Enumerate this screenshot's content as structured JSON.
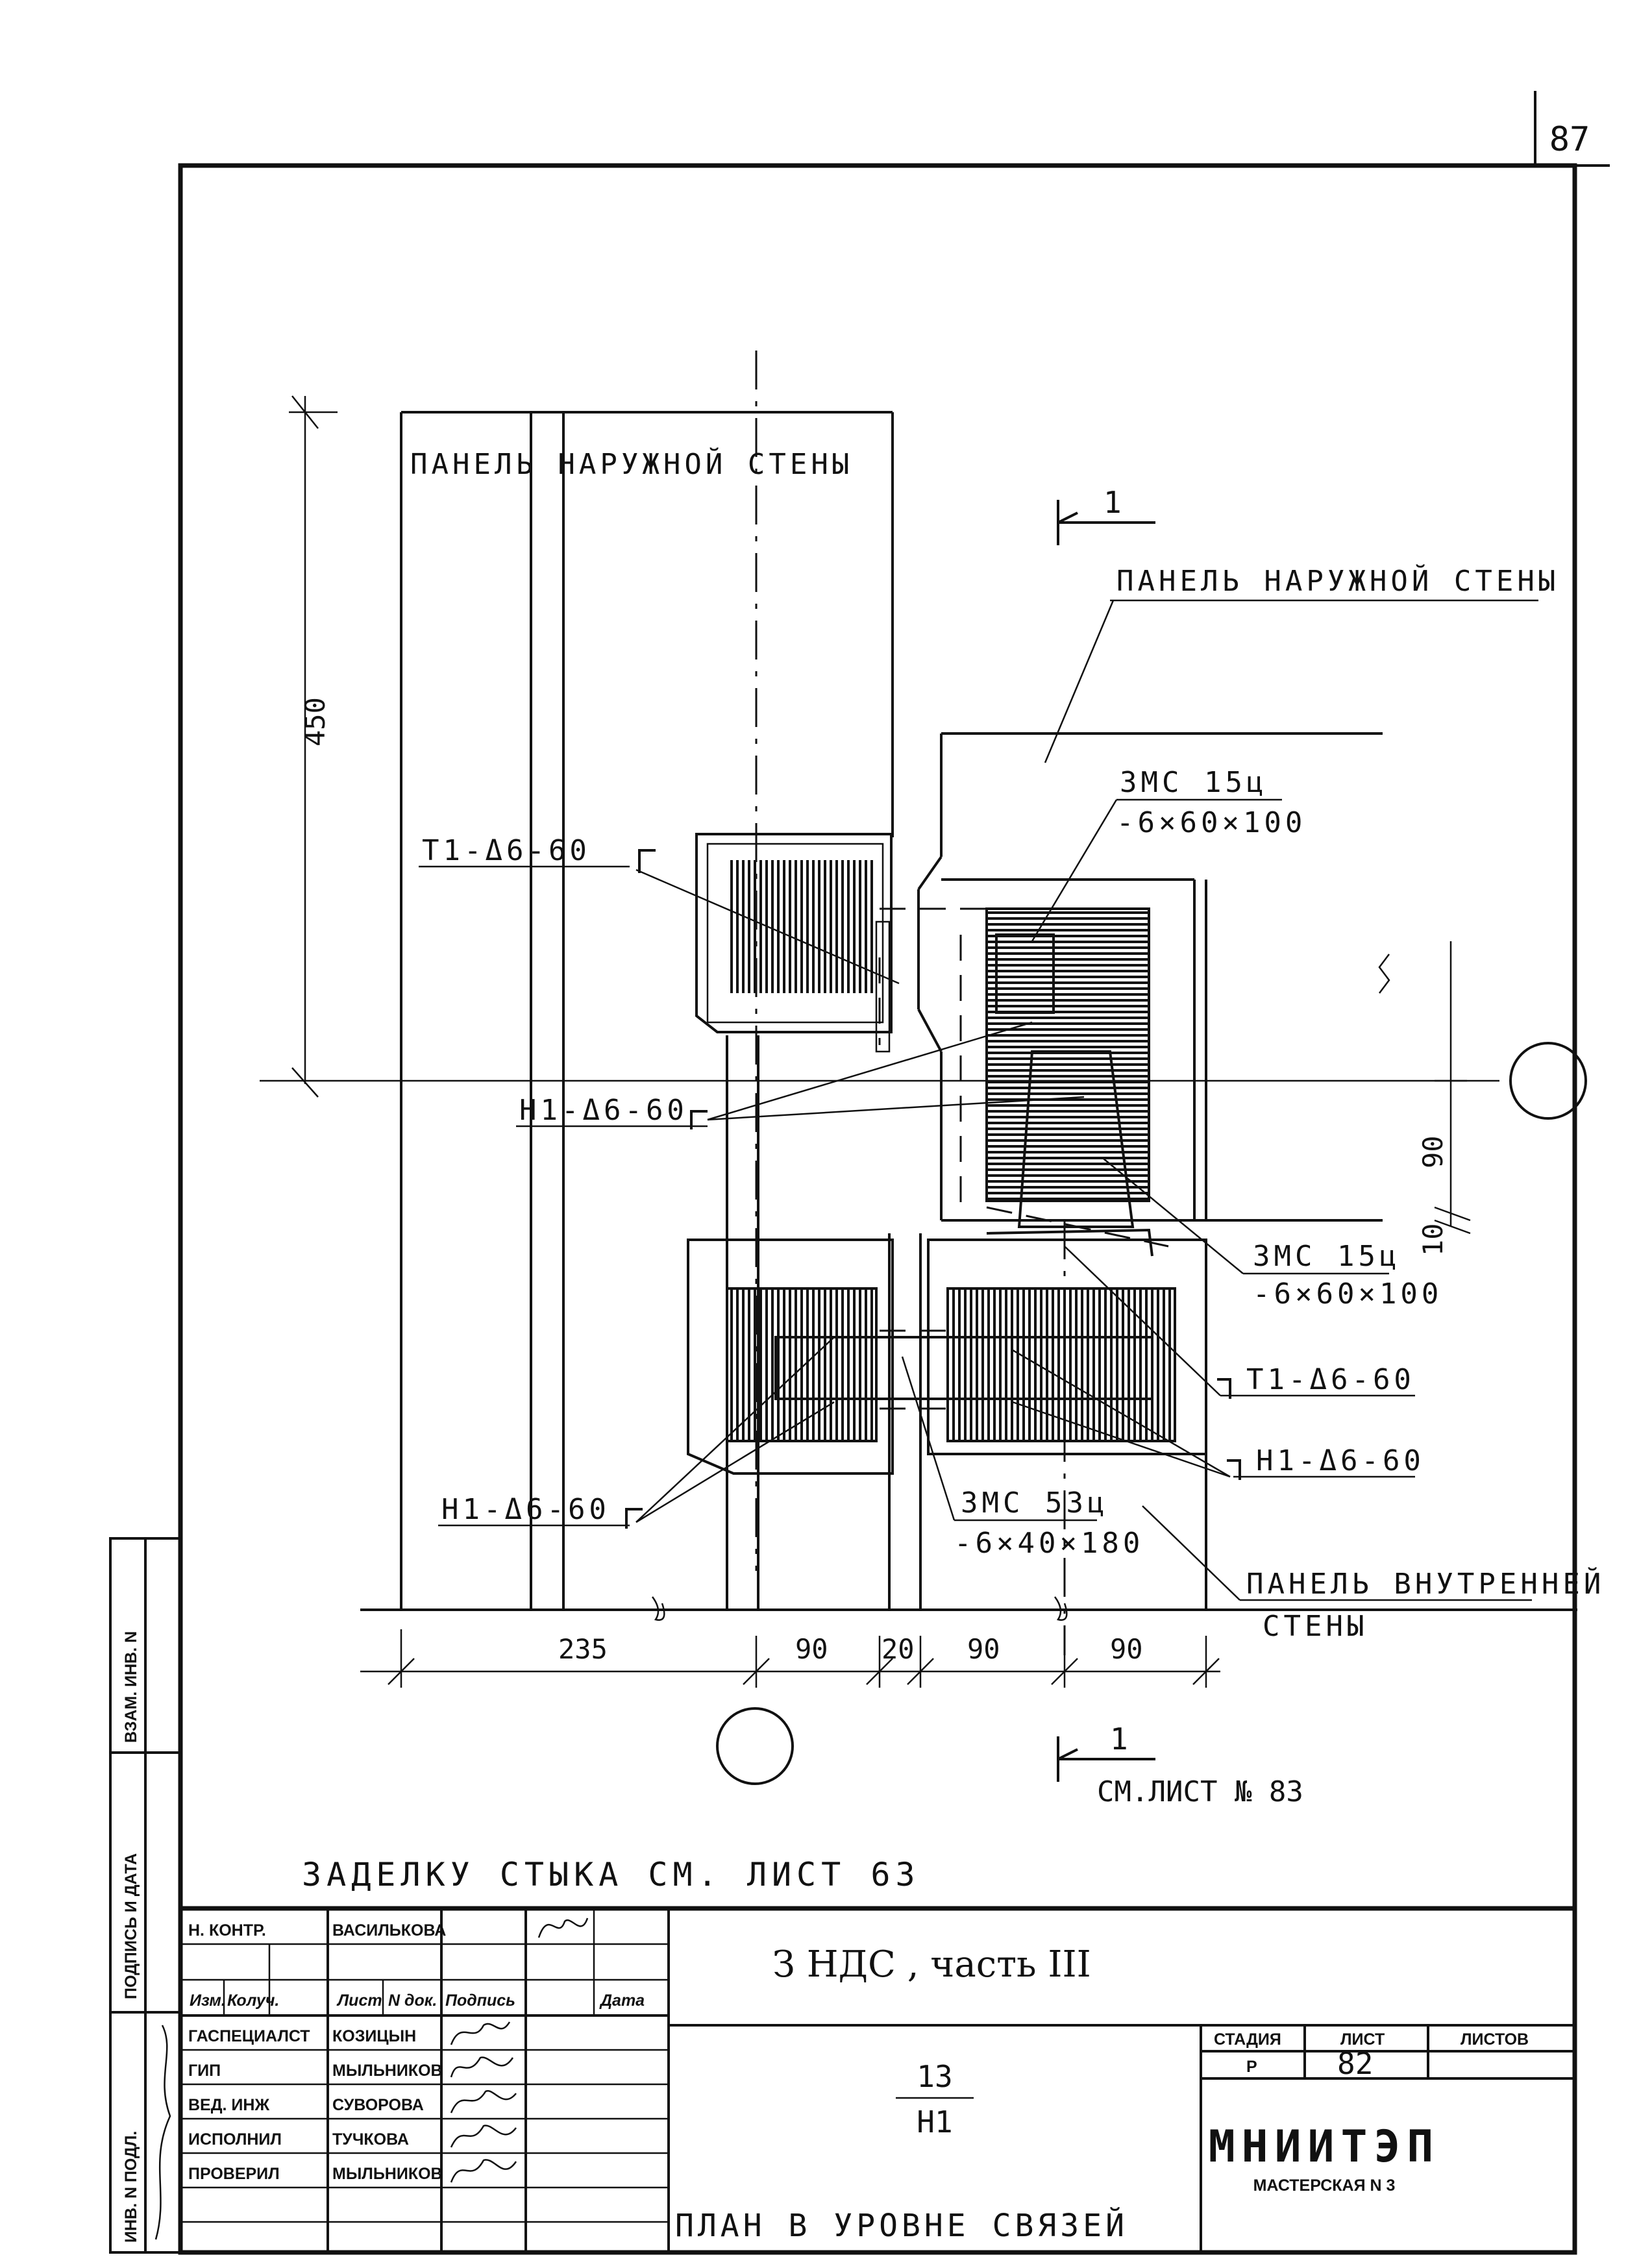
{
  "page_number": "87",
  "drawing": {
    "labels": {
      "outer_panel_left": "ПАНЕЛЬ НАРУЖНОЙ СТЕНЫ",
      "outer_panel_right": "ПАНЕЛЬ НАРУЖНОЙ СТЕНЫ",
      "inner_panel_line1": "ПАНЕЛЬ ВНУТРЕННЕЙ",
      "inner_panel_line2": "СТЕНЫ",
      "t1_top": "Т1-Δ6-60",
      "h1_mid": "Н1-Δ6-60",
      "h1_bottom_left": "Н1-Δ6-60",
      "zmc15_top_line1": "ЗМС 15ц",
      "zmc15_top_line2": "-6×60×100",
      "zmc15_bottom_line1": "ЗМС 15ц",
      "zmc15_bottom_line2": "-6×60×100",
      "t1_right": "Т1-Δ6-60",
      "h1_right": "Н1-Δ6-60",
      "zmc53_line1": "ЗМС 53ц",
      "zmc53_line2": "-6×40×180"
    },
    "section_mark": "1",
    "section_note": "СМ.ЛИСТ № 83",
    "dimensions": {
      "height_450": "450",
      "dim_90_vertical": "90",
      "dim_10": "10",
      "d235": "235",
      "d90_a": "90",
      "d20": "20",
      "d90_b": "90",
      "d90_c": "90"
    },
    "note": "ЗАДЕЛКУ СТЫКА СМ. ЛИСТ 63"
  },
  "side_stamp": {
    "inv_podl": "ИНВ. N ПОДЛ.",
    "podpis_data": "ПОДПИСЬ И ДАТА",
    "vzam_inv": "ВЗАМ. ИНВ. N"
  },
  "title_block": {
    "n_kontr_role": "Н. КОНТР.",
    "n_kontr_name": "ВАСИЛЬКОВА",
    "header": [
      "Изм.",
      "Колуч.",
      "Лист",
      "N док.",
      "Подпись",
      "Дата"
    ],
    "people": [
      {
        "role": "ГАСПЕЦИАЛСТ",
        "name": "КОЗИЦЫН"
      },
      {
        "role": "ГИП",
        "name": "МЫЛЬНИКОВ"
      },
      {
        "role": "ВЕД. ИНЖ",
        "name": "СУВОРОВА"
      },
      {
        "role": "ИСПОЛНИЛ",
        "name": "ТУЧКОВА"
      },
      {
        "role": "ПРОВЕРИЛ",
        "name": "МЫЛЬНИКОВ"
      }
    ],
    "project": "З НДС , часть III",
    "code_top": "13",
    "code_bottom": "Н1",
    "sheet_title": "ПЛАН  В УРОВНЕ СВЯЗЕЙ",
    "stage_label": "СТАДИЯ",
    "sheet_label": "ЛИСТ",
    "sheets_label": "ЛИСТОВ",
    "stage_value": "Р",
    "sheet_value": "82",
    "sheets_value": "",
    "org_name": "МНИИТЭП",
    "org_sub": "МАСТЕРСКАЯ N 3"
  }
}
